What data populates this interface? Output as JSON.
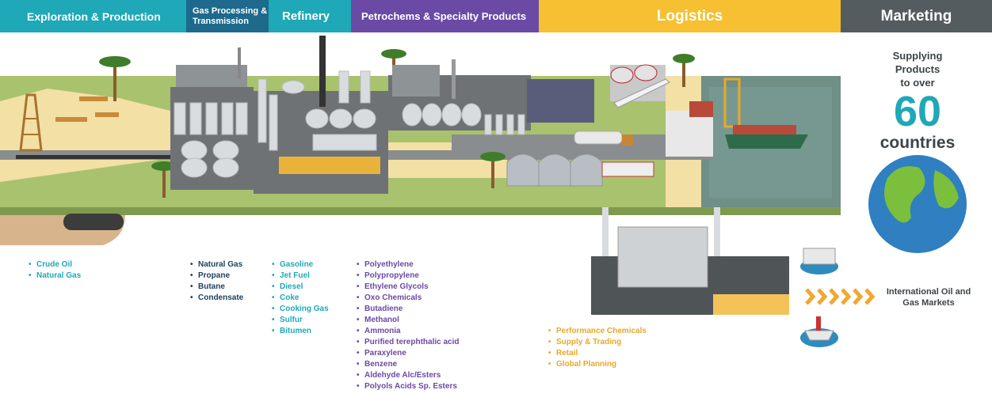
{
  "headers": {
    "exploration": "Exploration & Production",
    "gas": "Gas Processing & Transmission",
    "refinery": "Refinery",
    "petrochems": "Petrochems & Specialty Products",
    "logistics": "Logistics",
    "marketing": "Marketing"
  },
  "colors": {
    "teal": "#1fa8b7",
    "navy": "#1d6a8c",
    "purple": "#6b4aa5",
    "gold": "#f6c032",
    "gray": "#555c60"
  },
  "lists": {
    "exploration": [
      "Crude Oil",
      "Natural Gas"
    ],
    "gas": [
      "Natural Gas",
      "Propane",
      "Butane",
      "Condensate"
    ],
    "refinery": [
      "Gasoline",
      "Jet Fuel",
      "Diesel",
      "Coke",
      "Cooking Gas",
      "Sulfur",
      "Bitumen"
    ],
    "petrochems": [
      "Polyethylene",
      "Polypropylene",
      "Ethylene Glycols",
      "Oxo Chemicals",
      "Butadiene",
      "Methanol",
      "Ammonia",
      "Purified terephthalic acid",
      "Paraxylene",
      "Benzene",
      "Aldehyde Alc/Esters",
      "Polyols Acids Sp. Esters"
    ],
    "logistics": [
      "Performance Chemicals",
      "Supply & Trading",
      "Retail",
      "Global Planning"
    ]
  },
  "supply": {
    "line1": "Supplying",
    "line2": "Products",
    "line3": "to over",
    "number": "60",
    "line4": "countries"
  },
  "markets": "International Oil and Gas Markets",
  "icons": [
    "oil-rig-icon",
    "palm-tree-icon",
    "storage-tank-icon",
    "refinery-tower-icon",
    "truck-icon",
    "airplane-icon",
    "cargo-ship-icon",
    "crane-icon",
    "globe-icon",
    "chevron-arrows-icon"
  ]
}
